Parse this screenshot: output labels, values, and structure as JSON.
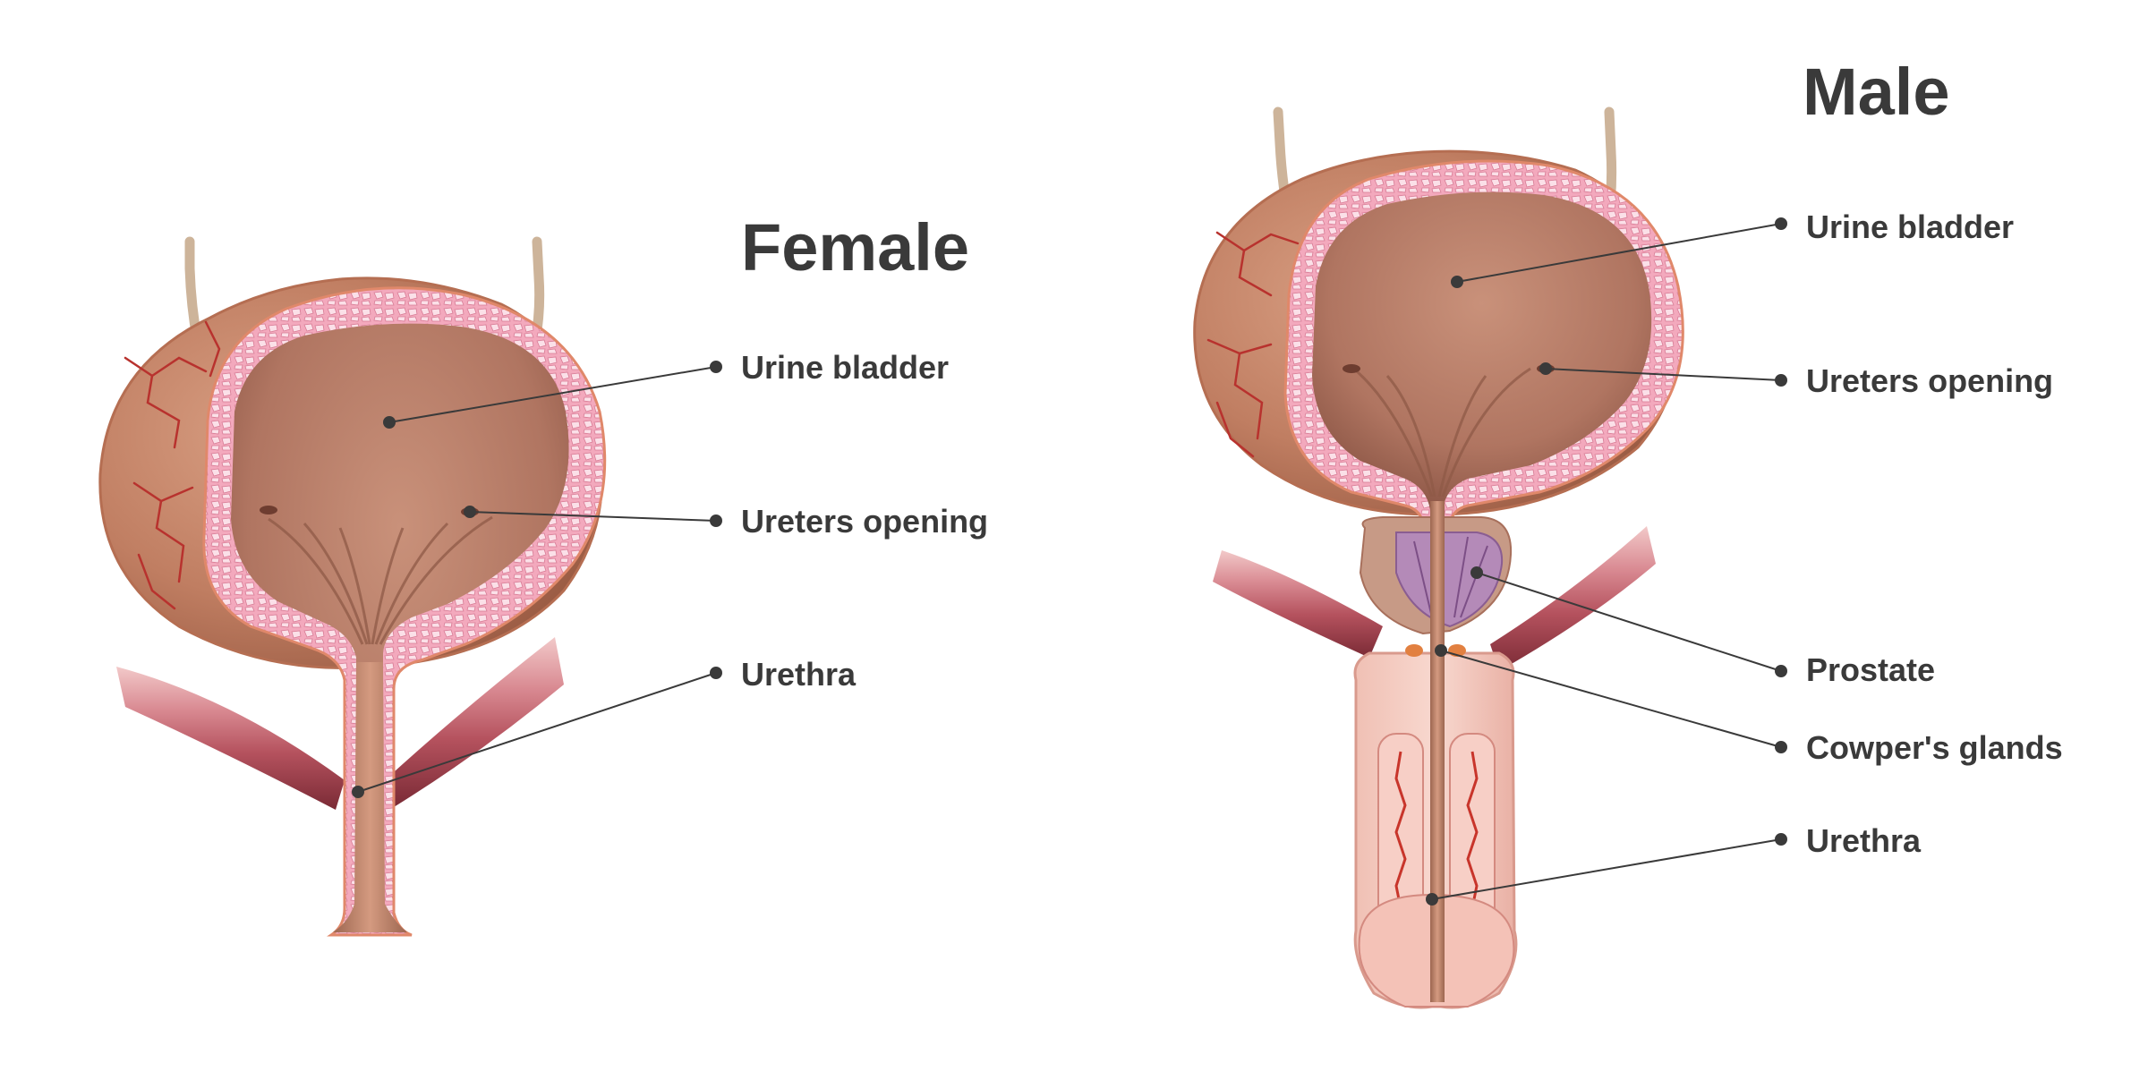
{
  "female": {
    "title": "Female",
    "labels": [
      "Urine bladder",
      "Ureters opening",
      "Urethra"
    ]
  },
  "male": {
    "title": "Male",
    "labels": [
      "Urine bladder",
      "Ureters opening",
      "Prostate",
      "Cowper's glands",
      "Urethra"
    ]
  },
  "colors": {
    "text": "#3a3a3a",
    "leader_line": "#3a3a3a",
    "bladder_outer": "#c98a6e",
    "bladder_inner": "#b77760",
    "wall_pink": "#ee9fb0",
    "muscle": "#c9707a",
    "prostate": "#b48ab8",
    "blood_vessel": "#b8322e"
  }
}
